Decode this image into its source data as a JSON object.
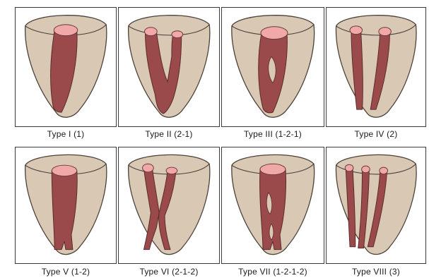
{
  "colors": {
    "tooth_body": "#d9c8b4",
    "tooth_outline": "#4a4038",
    "canal_fill": "#9b4a4c",
    "canal_outline": "#5a2a2c",
    "orifice_fill": "#f0a8a8",
    "orifice_outline": "#6a3a3a",
    "panel_border": "#3a3a3a",
    "background": "#ffffff"
  },
  "panels": [
    {
      "caption": "Type I (1)",
      "config": "1"
    },
    {
      "caption": "Type II (2-1)",
      "config": "2-1"
    },
    {
      "caption": "Type III (1-2-1)",
      "config": "1-2-1"
    },
    {
      "caption": "Type IV (2)",
      "config": "2"
    },
    {
      "caption": "Type V (1-2)",
      "config": "1-2"
    },
    {
      "caption": "Type VI (2-1-2)",
      "config": "2-1-2"
    },
    {
      "caption": "Type VII (1-2-1-2)",
      "config": "1-2-1-2"
    },
    {
      "caption": "Type VIII (3)",
      "config": "3"
    }
  ]
}
